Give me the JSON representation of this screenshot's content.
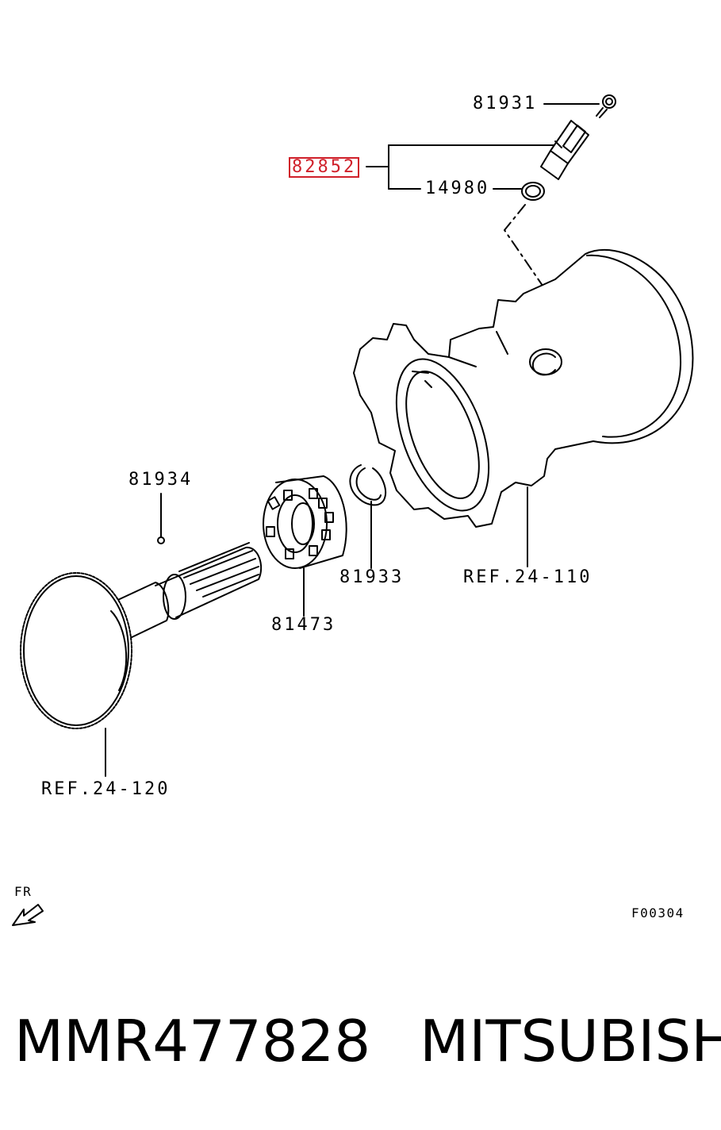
{
  "diagram": {
    "callouts": {
      "c81931": "81931",
      "c82852": "82852",
      "c14980": "14980",
      "c81934": "81934",
      "c81933": "81933",
      "c81473": "81473",
      "ref_24_110": "REF.24-110",
      "ref_24_120": "REF.24-120"
    },
    "fr_label": "FR",
    "figure_code": "F00304",
    "highlight_color": "#d0202a"
  },
  "caption": {
    "part_number": "MMR477828",
    "brand": "MITSUBISHI"
  }
}
